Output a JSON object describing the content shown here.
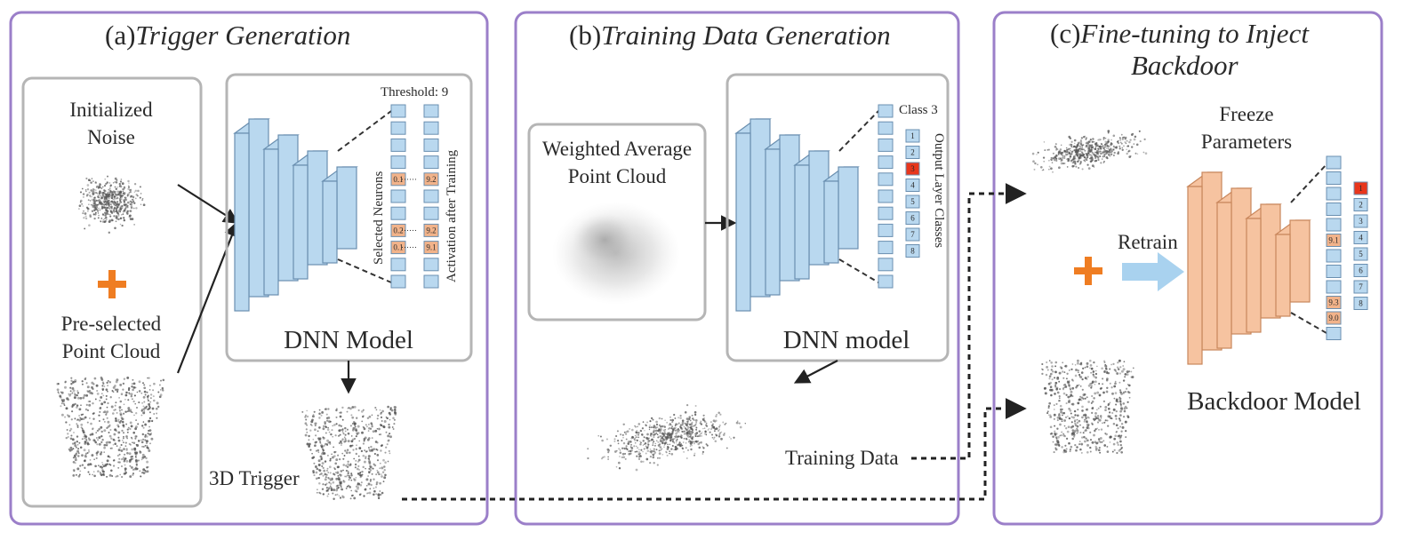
{
  "panels": {
    "a": {
      "prefix": "(a)",
      "title": "Trigger Generation"
    },
    "b": {
      "prefix": "(b)",
      "title": "Training Data Generation"
    },
    "c": {
      "prefix": "(c)",
      "title_line1": "Fine-tuning to Inject",
      "title_line2": "Backdoor"
    }
  },
  "labels": {
    "initialized_noise_1": "Initialized",
    "initialized_noise_2": "Noise",
    "preselected_1": "Pre-selected",
    "preselected_2": "Point Cloud",
    "threshold": "Threshold: 9",
    "selected_neurons": "Selected Neurons",
    "activation_after_training": "Activation after Training",
    "dnn_model_a": "DNN Model",
    "trigger_3d": "3D Trigger",
    "weighted_avg_1": "Weighted  Average",
    "weighted_avg_2": "Point Cloud",
    "class3": "Class 3",
    "output_layer_classes": "Output Layer Classes",
    "dnn_model_b": "DNN model",
    "training_data": "Training Data",
    "freeze_1": "Freeze",
    "freeze_2": "Parameters",
    "retrain": "Retrain",
    "backdoor_model": "Backdoor Model"
  },
  "neuron_values": {
    "a_left": [
      "0.1",
      "0.2",
      "0.1"
    ],
    "a_right": [
      "9.2",
      "9.2",
      "9.1"
    ],
    "c": [
      "9.1",
      "9.3",
      "9.0"
    ]
  },
  "class_numbers": [
    "1",
    "2",
    "3",
    "4",
    "5",
    "6",
    "7",
    "8"
  ],
  "colors": {
    "panel_border": "#9b7fc9",
    "blue_fill": "#b9d8ef",
    "blue_stroke": "#6a8fb0",
    "orange_fill": "#f6c3a0",
    "orange_stroke": "#c9875c",
    "neuron_orange": "#f2b38a",
    "red": "#e8361c",
    "plus": "#ef7d22",
    "retrain_arrow": "#a9d2ef"
  }
}
